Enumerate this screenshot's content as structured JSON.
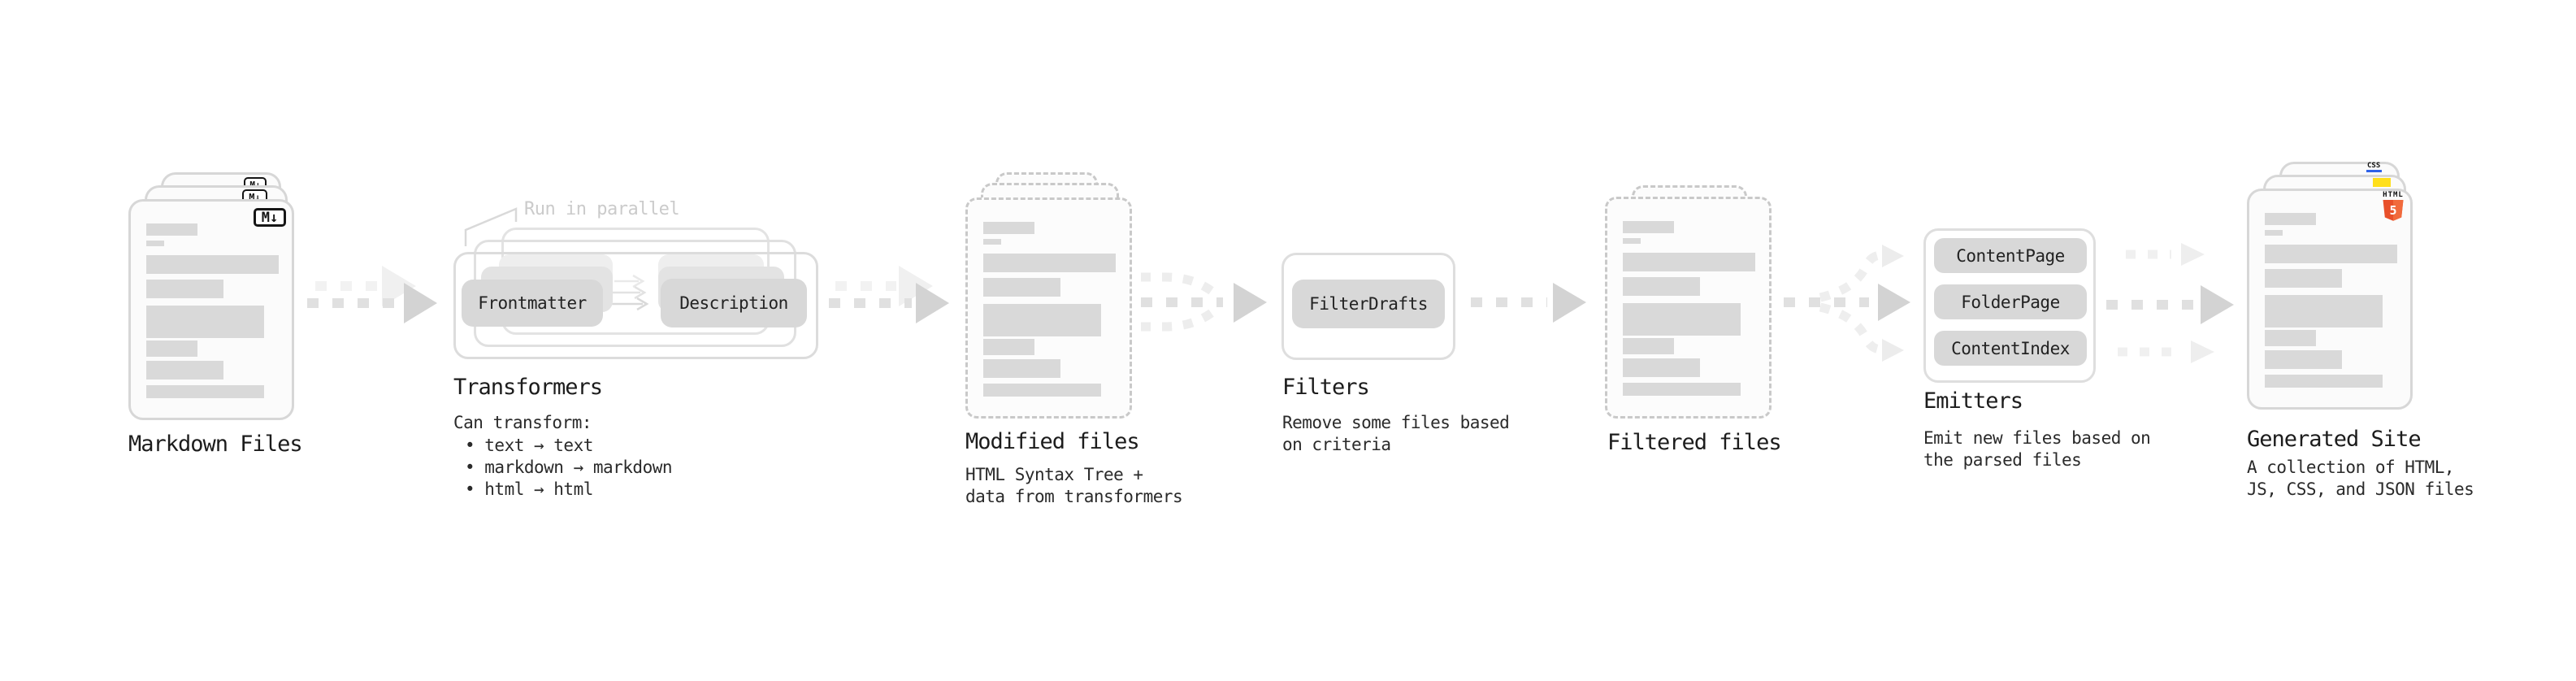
{
  "stages": {
    "markdown": {
      "title": "Markdown Files",
      "badge": "M↓"
    },
    "transformers": {
      "title": "Transformers",
      "annotation": "Run in parallel",
      "pill_frontmatter": "Frontmatter",
      "pill_description": "Description",
      "desc": "Can transform:",
      "bullets": [
        "• text → text",
        "• markdown → markdown",
        "• html → html"
      ]
    },
    "modified": {
      "title": "Modified files",
      "desc": "HTML Syntax Tree +\ndata from transformers"
    },
    "filters": {
      "title": "Filters",
      "pill": "FilterDrafts",
      "desc": "Remove some files based\non criteria"
    },
    "filtered": {
      "title": "Filtered files"
    },
    "emitters": {
      "title": "Emitters",
      "pills": [
        "ContentPage",
        "FolderPage",
        "ContentIndex"
      ],
      "desc": "Emit new files based on\nthe parsed files"
    },
    "generated": {
      "title": "Generated Site",
      "desc": "A collection of HTML,\nJS, CSS, and JSON files",
      "badge_css": "CSS",
      "badge_html": "HTML",
      "badge_five": "5"
    }
  },
  "colors": {
    "skeleton_bar": "#d9d9d9",
    "pill_bg": "#d8d8d8",
    "arrow_main": "#d3d3d3",
    "arrow_ghost": "#f1f1f1",
    "js_yellow": "#ffdf1b",
    "html5_orange": "#e8502a",
    "css_blue": "#2f62e9"
  }
}
